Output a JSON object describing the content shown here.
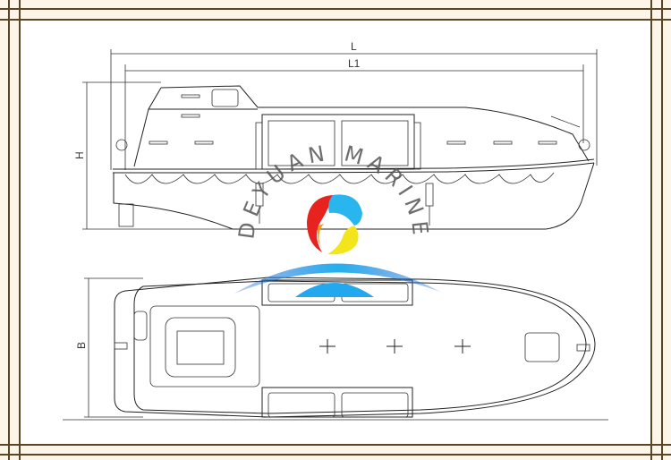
{
  "drawing": {
    "dimension_labels": {
      "length_overall": "L",
      "length_l1": "L1",
      "height": "H",
      "breadth": "B"
    }
  },
  "watermark": {
    "text": "DEYUAN MARINE"
  },
  "colors": {
    "frame": "#5a4526",
    "background": "#fdf6e8",
    "paper": "#ffffff",
    "logo_red": "#e8231f",
    "logo_blue": "#29b6ee",
    "logo_yellow": "#f3e51c",
    "arc_blue": "#1a86d8"
  }
}
